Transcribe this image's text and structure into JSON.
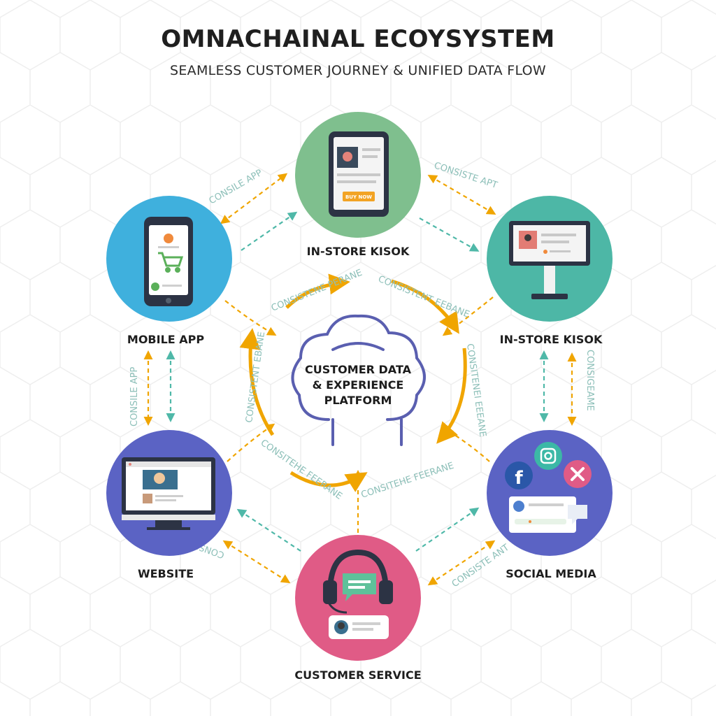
{
  "title": "OMNACHAINAL ECOYSYSTEM",
  "subtitle": "SEAMLESS CUSTOMER JOURNEY & UNIFIED DATA FLOW",
  "hub": {
    "line1": "CUSTOMER DATA",
    "line2": "& EXPERIENCE",
    "line3": "PLATFORM"
  },
  "nodes": {
    "top": {
      "label": "IN-STORE KISOK",
      "screen_button": "BUY NOW",
      "color": "#7fbf8e"
    },
    "mobile": {
      "label": "MOBILE APP",
      "color": "#3fb0dd"
    },
    "kiosk_right": {
      "label": "IN-STORE KISOK",
      "color": "#4db7a6"
    },
    "website": {
      "label": "WEBSITE",
      "color": "#5b63c4"
    },
    "social": {
      "label": "SOCIAL MEDIA",
      "color": "#5b63c4"
    },
    "service": {
      "label": "CUSTOMER SERVICE",
      "color": "#e05b86"
    }
  },
  "flow_labels": {
    "top_left": "CONSILE APP",
    "top_right": "CONSISTE APT",
    "left_vertical": "CONSILE APP",
    "right_vertical": "CONSIGEAME",
    "bottom_left": "CONSITEEANT",
    "bottom_right": "CONSISTE ANT",
    "inner_top_left": "CONSISTENE PERANE",
    "inner_top_right": "CONSISTENT EEBANE",
    "inner_left": "CONSISTENT EBANE",
    "inner_right": "CONSITENEI EEEANE",
    "inner_bottom_left": "CONSITEHE FEERANE",
    "inner_bottom_right": "CONSITEHE FEERANE"
  },
  "colors": {
    "arrow_orange": "#f0a500",
    "arrow_teal": "#4fb8a8",
    "cloud_stroke": "#5a5fb0",
    "text_dark": "#1f1f1f"
  }
}
